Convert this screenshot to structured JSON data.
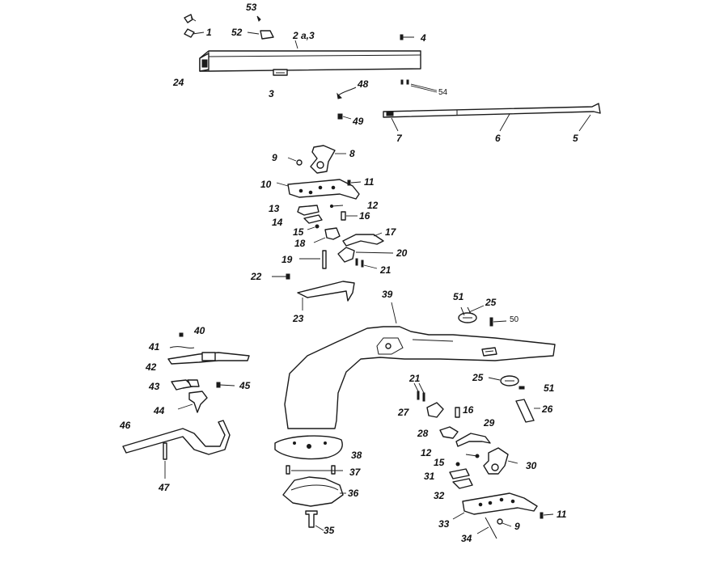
{
  "diagram": {
    "labels": {
      "l1": "1",
      "l2": "2 a,3",
      "l3": "3",
      "l4": "4",
      "l5": "5",
      "l6": "6",
      "l7": "7",
      "l8": "8",
      "l9a": "9",
      "l9b": "9",
      "l10": "10",
      "l11a": "11",
      "l11b": "11",
      "l12a": "12",
      "l12b": "12",
      "l13": "13",
      "l14": "14",
      "l15a": "15",
      "l15b": "15",
      "l16a": "16",
      "l16b": "16",
      "l17": "17",
      "l18": "18",
      "l19": "19",
      "l20": "20",
      "l21a": "21",
      "l21b": "21",
      "l22": "22",
      "l23": "23",
      "l24": "24",
      "l25a": "25",
      "l25b": "25",
      "l26": "26",
      "l27": "27",
      "l28": "28",
      "l29": "29",
      "l30": "30",
      "l31": "31",
      "l32": "32",
      "l33": "33",
      "l34": "34",
      "l35": "35",
      "l36": "36",
      "l37": "37",
      "l38": "38",
      "l39": "39",
      "l40": "40",
      "l41": "41",
      "l42": "42",
      "l43": "43",
      "l44": "44",
      "l45": "45",
      "l46": "46",
      "l47": "47",
      "l48": "48",
      "l49": "49",
      "l50": "50",
      "l51a": "51",
      "l51b": "51",
      "l52": "52",
      "l53": "53",
      "l54": "54"
    }
  }
}
